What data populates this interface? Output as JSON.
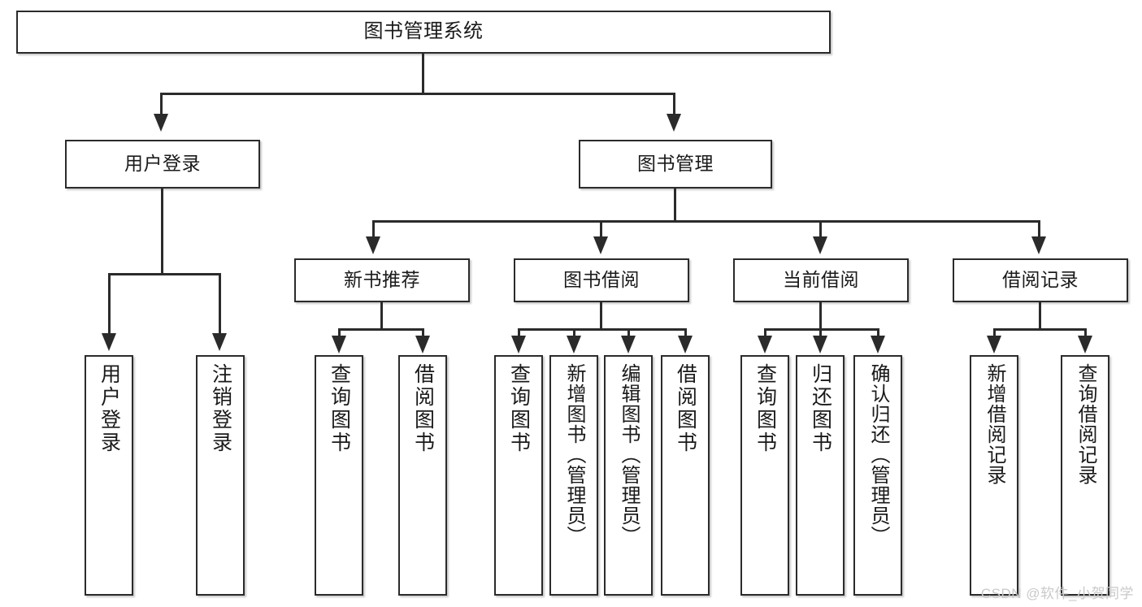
{
  "diagram": {
    "title": "图书管理系统",
    "type": "hierarchy-tree",
    "watermark": "CSDN @软件_小贺同学",
    "colors": {
      "border": "#2b2b2b",
      "background": "#ffffff",
      "text": "#1a1a1a",
      "watermark": "#c9c9c9"
    },
    "nodes": {
      "root": {
        "label": "图书管理系统"
      },
      "level1": [
        {
          "label": "用户登录"
        },
        {
          "label": "图书管理"
        }
      ],
      "level2": [
        {
          "label": "新书推荐"
        },
        {
          "label": "图书借阅"
        },
        {
          "label": "当前借阅"
        },
        {
          "label": "借阅记录"
        }
      ],
      "leaves": {
        "user_login": [
          {
            "label": "用户登录"
          },
          {
            "label": "注销登录"
          }
        ],
        "new_book_rec": [
          {
            "label": "查询图书"
          },
          {
            "label": "借阅图书"
          }
        ],
        "book_borrow": [
          {
            "label": "查询图书"
          },
          {
            "label": "新增图书（管理员）"
          },
          {
            "label": "编辑图书（管理员）"
          },
          {
            "label": "借阅图书"
          }
        ],
        "current_borrow": [
          {
            "label": "查询图书"
          },
          {
            "label": "归还图书"
          },
          {
            "label": "确认归还（管理员）"
          }
        ],
        "borrow_record": [
          {
            "label": "新增借阅记录"
          },
          {
            "label": "查询借阅记录"
          }
        ]
      }
    }
  }
}
